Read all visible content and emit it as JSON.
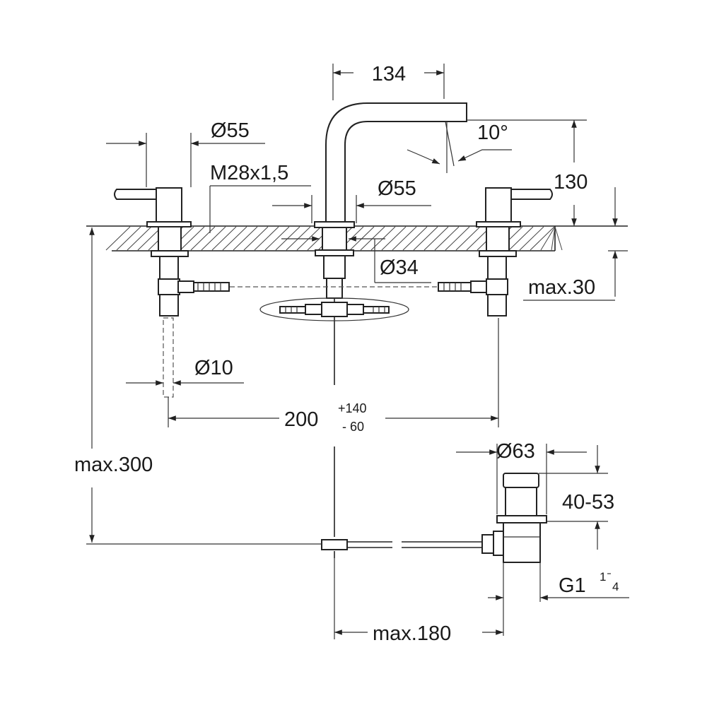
{
  "drawing": {
    "dimensions": {
      "spout_reach": "134",
      "handle_dia": "Ø55",
      "spout_angle": "10°",
      "thread": "M28x1,5",
      "spout_base_dia": "Ø55",
      "spout_height": "130",
      "hole_dia": "Ø34",
      "max_deck": "max.30",
      "hose_dia": "Ø10",
      "spacing_main": "200",
      "spacing_plus": "+140",
      "spacing_minus": "- 60",
      "max_depth": "max.300",
      "drain_dia": "Ø63",
      "drain_height": "40-53",
      "drain_thread_main": "G1",
      "drain_thread_num": "1",
      "drain_thread_den": "4",
      "rod_reach": "max.180"
    }
  }
}
